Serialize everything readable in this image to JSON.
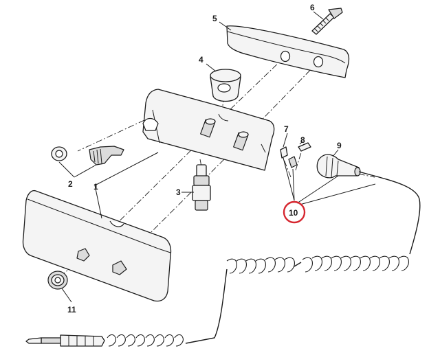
{
  "callouts": [
    {
      "id": "1",
      "label": "1"
    },
    {
      "id": "2",
      "label": "2"
    },
    {
      "id": "3",
      "label": "3"
    },
    {
      "id": "4",
      "label": "4"
    },
    {
      "id": "5",
      "label": "5"
    },
    {
      "id": "6",
      "label": "6"
    },
    {
      "id": "7",
      "label": "7"
    },
    {
      "id": "8",
      "label": "8"
    },
    {
      "id": "9",
      "label": "9"
    },
    {
      "id": "10",
      "label": "10"
    },
    {
      "id": "11",
      "label": "11"
    }
  ],
  "highlight": {
    "callout": "10",
    "color": "#d6262f"
  }
}
